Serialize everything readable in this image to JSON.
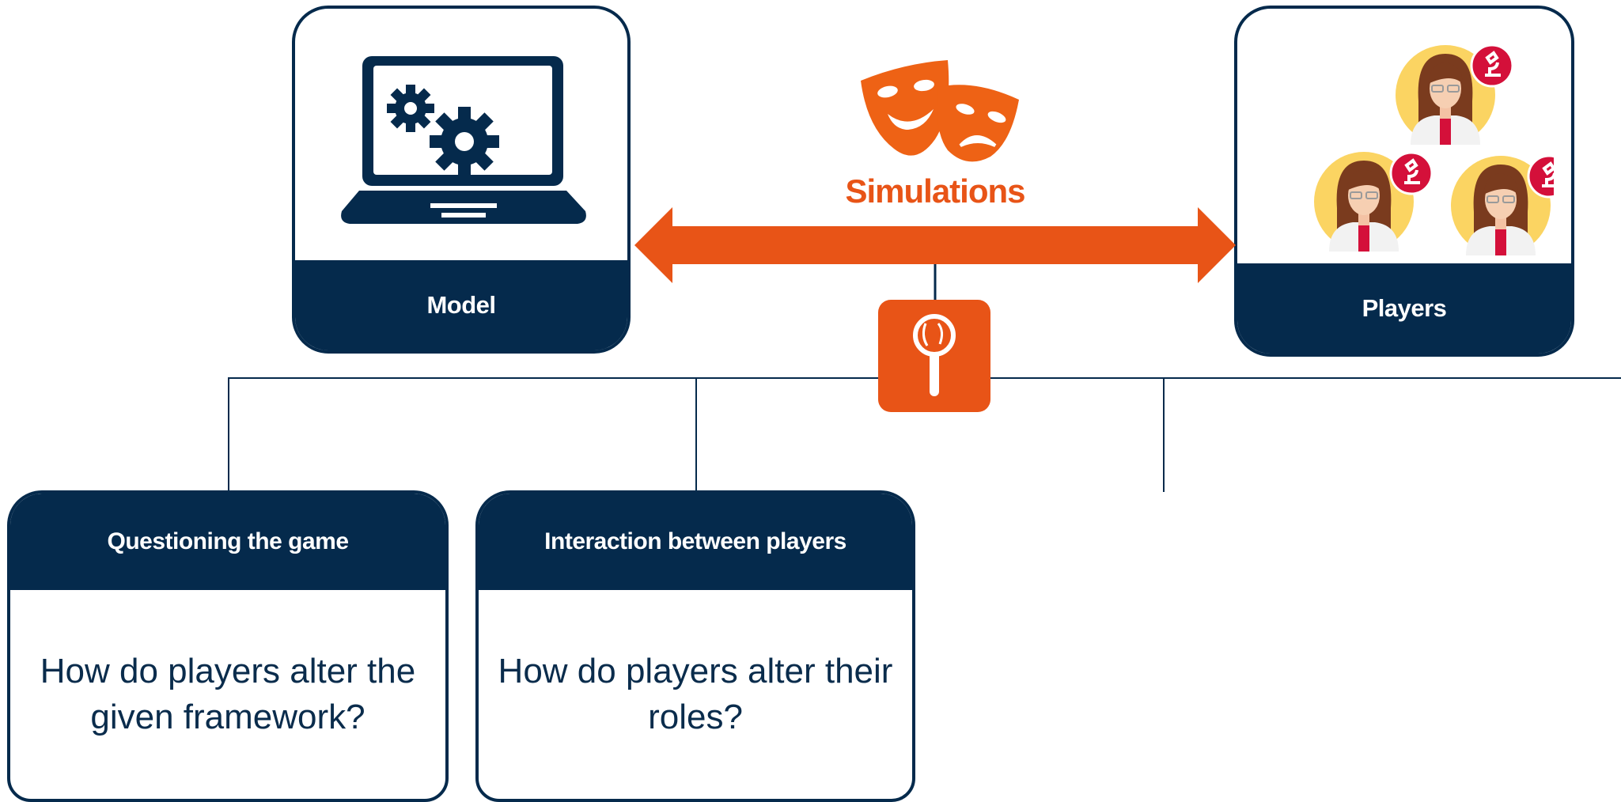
{
  "model": {
    "label": "Model",
    "icon": "laptop-gears-icon"
  },
  "players": {
    "label": "Players",
    "icon": "scientist-avatars-icon"
  },
  "simulations": {
    "label": "Simulations",
    "icon": "theater-masks-icon",
    "arrow": "double-arrow-icon"
  },
  "observation_icon": "magnifying-glass-icon",
  "cards": [
    {
      "title": "Questioning the game",
      "question": "How do players alter the given framework?"
    },
    {
      "title": "Interaction between players",
      "question": "How do players alter their roles?"
    }
  ],
  "colors": {
    "navy": "#052a4c",
    "orange": "#e85417",
    "avatar_bg": "#fbd462",
    "badge_red": "#d4103a"
  }
}
